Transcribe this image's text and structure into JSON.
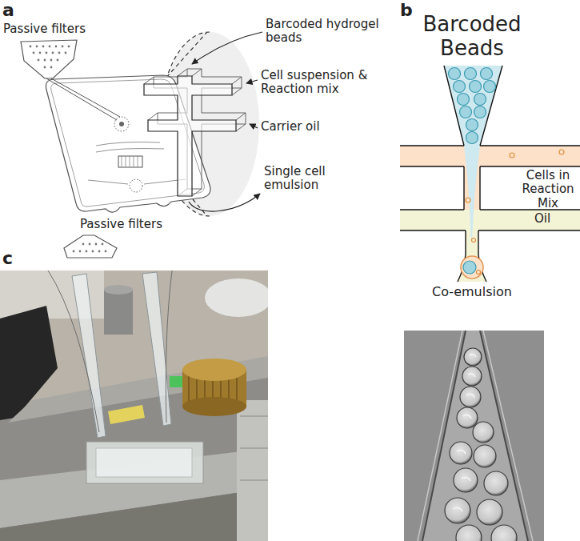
{
  "diagram": {
    "labels": [
      "a",
      "b",
      "Passive filters",
      "Barcoded hydrogel beads",
      "Cell suspension & Reaction mix",
      "Carrier oil",
      "Single cell emulsion",
      "Passive filters",
      "Barcoded Beads",
      "Cells in Reaction Mix",
      "Oil",
      "Co-emulsion",
      "c"
    ]
  }
}
